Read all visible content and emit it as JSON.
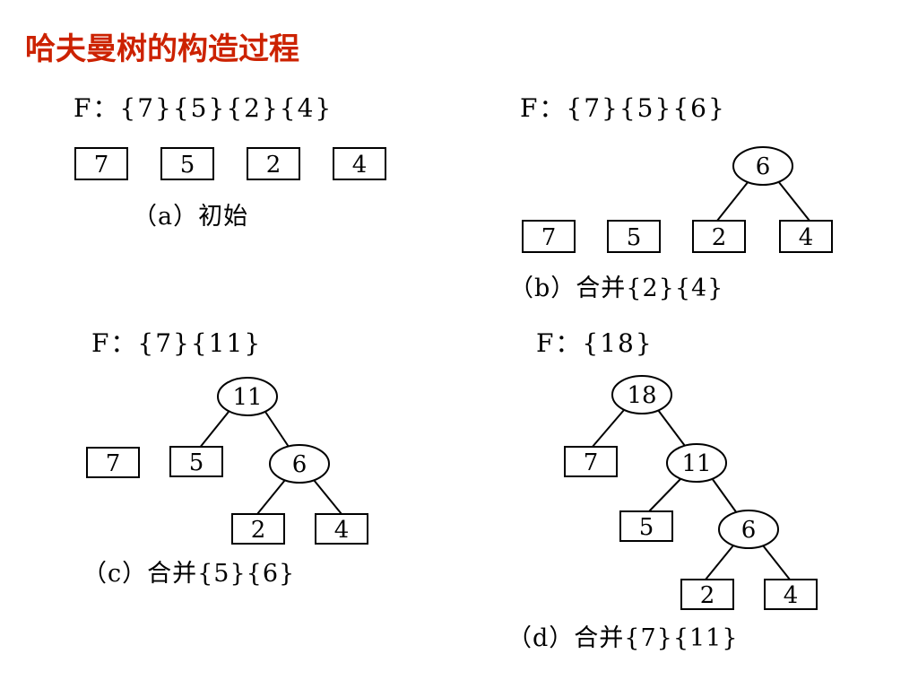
{
  "title": "哈夫曼树的构造过程",
  "colors": {
    "title": "#cc2200",
    "stroke": "#000000"
  },
  "panels": {
    "a": {
      "forest": "F：{7}{5}{2}{4}",
      "caption": "（a）初始",
      "leaves": [
        "7",
        "5",
        "2",
        "4"
      ]
    },
    "b": {
      "forest": "F：{7}{5}{6}",
      "caption": "（b）合并{2}{4}",
      "leaves": [
        "7",
        "5",
        "2",
        "4"
      ],
      "nodes": [
        "6"
      ]
    },
    "c": {
      "forest": "F：{7}{11}",
      "caption": "（c）合并{5}{6}",
      "leaves": [
        "7",
        "5",
        "2",
        "4"
      ],
      "nodes": [
        "11",
        "6"
      ]
    },
    "d": {
      "forest": "F：{18}",
      "caption": "（d）合并{7}{11}",
      "leaves": [
        "7",
        "5",
        "2",
        "4"
      ],
      "nodes": [
        "18",
        "11",
        "6"
      ]
    }
  }
}
